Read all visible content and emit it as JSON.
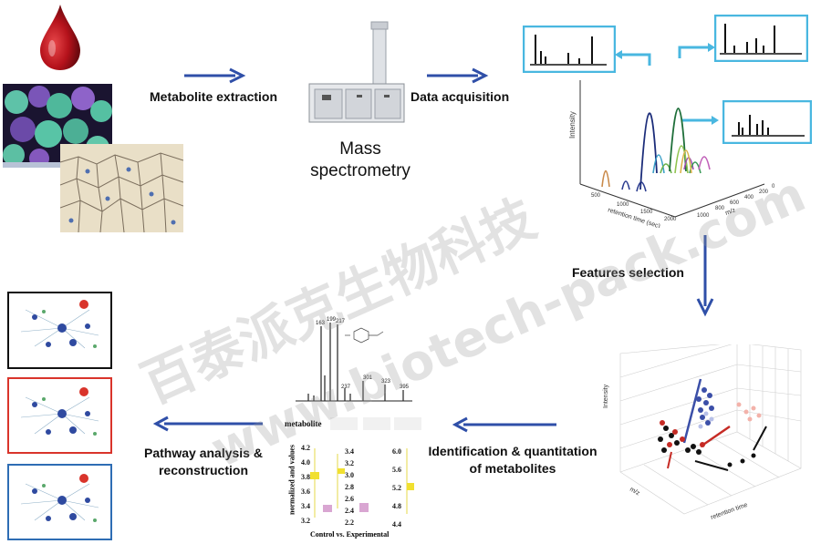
{
  "steps": {
    "metabolite_extraction": "Metabolite extraction",
    "mass_spectrometry": "Mass spectrometry",
    "data_acquisition": "Data acquisition",
    "features_selection": "Features selection",
    "identification": "Identification & quantitation of metabolites",
    "pathway": "Pathway analysis & reconstruction"
  },
  "spectrum3d": {
    "zlabel": "Intensity",
    "xlabel": "retention time (sec)",
    "ylabel": "m/z",
    "x_ticks": [
      "500",
      "1000",
      "1500",
      "2000"
    ],
    "y_ticks": [
      "0",
      "200",
      "400",
      "600",
      "800",
      "1000"
    ]
  },
  "ms_spectrum": {
    "peak_labels": [
      "163",
      "199",
      "217",
      "237",
      "301",
      "323",
      "395"
    ]
  },
  "boxplot": {
    "header": "metabolite",
    "ylabel": "normalized and values",
    "xlabel": "Control vs. Experimental",
    "col1_ticks": [
      "4.2",
      "4.0",
      "3.8",
      "3.6",
      "3.4",
      "3.2"
    ],
    "col2_ticks": [
      "3.4",
      "3.2",
      "3.0",
      "2.8",
      "2.6",
      "2.4",
      "2.2"
    ],
    "col3_ticks": [
      "6.0",
      "5.6",
      "5.2",
      "4.8",
      "4.4"
    ]
  },
  "pca_axes": {
    "zlabel": "Intensity",
    "xlabel": "m/z",
    "ylabel": "retention time"
  },
  "watermark": {
    "line1": "百泰派克生物科技",
    "line2": "www.biotech-pack.com"
  },
  "colors": {
    "arrow": "#2f4fa8",
    "frame_blue": "#49b7e0",
    "frame_red": "#d9342b",
    "frame_black": "#111111",
    "frame_steel": "#2e6db4",
    "blood": "#c0151c"
  }
}
